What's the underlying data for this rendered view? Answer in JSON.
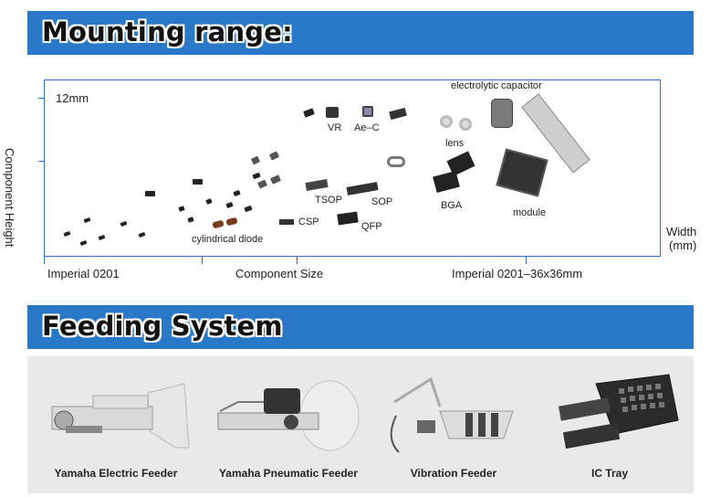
{
  "mounting_banner": {
    "title": "Mounting range:"
  },
  "chart": {
    "y_axis_title": "Component Height",
    "y_tick_label": "12mm",
    "x_axis_title": "Width\n(mm)",
    "x_width_label": "Width",
    "x_unit_label": "(mm)",
    "x_labels": [
      "Imperial 0201",
      "Component Size",
      "Imperial 0201–36x36mm"
    ],
    "packages": [
      "VR",
      "Ae–C",
      "lens",
      "electrolytic capacitor",
      "TSOP",
      "SOP",
      "BGA",
      "module",
      "CSP",
      "QFP",
      "cylindrical diode"
    ]
  },
  "feeding_banner": {
    "title": "Feeding System"
  },
  "feeders": [
    {
      "label": "Yamaha Electric Feeder"
    },
    {
      "label": "Yamaha Pneumatic Feeder"
    },
    {
      "label": "Vibration Feeder"
    },
    {
      "label": "IC Tray"
    }
  ],
  "colors": {
    "banner": "#2a78c8",
    "axis": "#2a6fc0",
    "strip": "#e9e9e9"
  }
}
